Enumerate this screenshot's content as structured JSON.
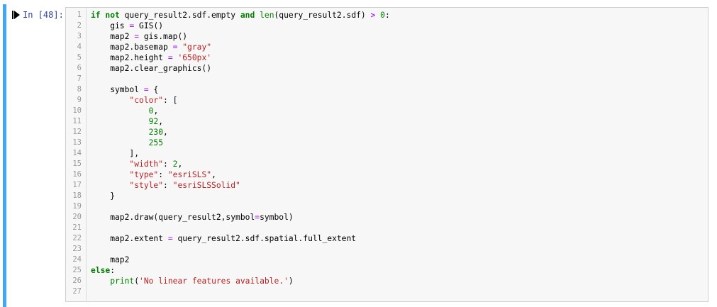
{
  "cell": {
    "prompt": "In [48]:",
    "accent_color": "#42a5f5",
    "run_icon": "run-step-icon"
  },
  "lines": [
    {
      "n": "1",
      "t": [
        [
          "kw",
          "if"
        ],
        [
          "txt",
          " "
        ],
        [
          "kw",
          "not"
        ],
        [
          "txt",
          " query_result2.sdf.empty "
        ],
        [
          "kw",
          "and"
        ],
        [
          "txt",
          " "
        ],
        [
          "bi",
          "len"
        ],
        [
          "txt",
          "(query_result2.sdf) "
        ],
        [
          "op",
          ">"
        ],
        [
          "txt",
          " "
        ],
        [
          "num",
          "0"
        ],
        [
          "txt",
          ":"
        ]
      ]
    },
    {
      "n": "2",
      "t": [
        [
          "txt",
          "    gis "
        ],
        [
          "eq",
          "="
        ],
        [
          "txt",
          " GIS()"
        ]
      ]
    },
    {
      "n": "3",
      "t": [
        [
          "txt",
          "    map2 "
        ],
        [
          "eq",
          "="
        ],
        [
          "txt",
          " gis.map()"
        ]
      ]
    },
    {
      "n": "4",
      "t": [
        [
          "txt",
          "    map2.basemap "
        ],
        [
          "eq",
          "="
        ],
        [
          "txt",
          " "
        ],
        [
          "str",
          "\"gray\""
        ]
      ]
    },
    {
      "n": "5",
      "t": [
        [
          "txt",
          "    map2.height "
        ],
        [
          "eq",
          "="
        ],
        [
          "txt",
          " "
        ],
        [
          "str",
          "'650px'"
        ]
      ]
    },
    {
      "n": "6",
      "t": [
        [
          "txt",
          "    map2.clear_graphics()"
        ]
      ]
    },
    {
      "n": "7",
      "t": []
    },
    {
      "n": "8",
      "t": [
        [
          "txt",
          "    symbol "
        ],
        [
          "eq",
          "="
        ],
        [
          "txt",
          " {"
        ]
      ]
    },
    {
      "n": "9",
      "t": [
        [
          "txt",
          "        "
        ],
        [
          "str",
          "\"color\""
        ],
        [
          "txt",
          ": ["
        ]
      ]
    },
    {
      "n": "10",
      "t": [
        [
          "txt",
          "            "
        ],
        [
          "num",
          "0"
        ],
        [
          "txt",
          ","
        ]
      ]
    },
    {
      "n": "11",
      "t": [
        [
          "txt",
          "            "
        ],
        [
          "num",
          "92"
        ],
        [
          "txt",
          ","
        ]
      ]
    },
    {
      "n": "12",
      "t": [
        [
          "txt",
          "            "
        ],
        [
          "num",
          "230"
        ],
        [
          "txt",
          ","
        ]
      ]
    },
    {
      "n": "13",
      "t": [
        [
          "txt",
          "            "
        ],
        [
          "num",
          "255"
        ]
      ]
    },
    {
      "n": "14",
      "t": [
        [
          "txt",
          "        ],"
        ]
      ]
    },
    {
      "n": "15",
      "t": [
        [
          "txt",
          "        "
        ],
        [
          "str",
          "\"width\""
        ],
        [
          "txt",
          ": "
        ],
        [
          "num",
          "2"
        ],
        [
          "txt",
          ","
        ]
      ]
    },
    {
      "n": "16",
      "t": [
        [
          "txt",
          "        "
        ],
        [
          "str",
          "\"type\""
        ],
        [
          "txt",
          ": "
        ],
        [
          "str",
          "\"esriSLS\""
        ],
        [
          "txt",
          ","
        ]
      ]
    },
    {
      "n": "17",
      "t": [
        [
          "txt",
          "        "
        ],
        [
          "str",
          "\"style\""
        ],
        [
          "txt",
          ": "
        ],
        [
          "str",
          "\"esriSLSSolid\""
        ]
      ]
    },
    {
      "n": "18",
      "t": [
        [
          "txt",
          "    }"
        ]
      ]
    },
    {
      "n": "19",
      "t": []
    },
    {
      "n": "20",
      "t": [
        [
          "txt",
          "    map2.draw(query_result2,symbol"
        ],
        [
          "eq",
          "="
        ],
        [
          "txt",
          "symbol)"
        ]
      ]
    },
    {
      "n": "21",
      "t": []
    },
    {
      "n": "22",
      "t": [
        [
          "txt",
          "    map2.extent "
        ],
        [
          "eq",
          "="
        ],
        [
          "txt",
          " query_result2.sdf.spatial.full_extent"
        ]
      ]
    },
    {
      "n": "23",
      "t": []
    },
    {
      "n": "24",
      "t": [
        [
          "txt",
          "    map2"
        ]
      ]
    },
    {
      "n": "25",
      "t": [
        [
          "kw",
          "else"
        ],
        [
          "txt",
          ":"
        ]
      ]
    },
    {
      "n": "26",
      "t": [
        [
          "txt",
          "    "
        ],
        [
          "bi",
          "print"
        ],
        [
          "txt",
          "("
        ],
        [
          "str",
          "'No linear features available.'"
        ],
        [
          "txt",
          ")"
        ]
      ]
    },
    {
      "n": "27",
      "t": []
    }
  ]
}
